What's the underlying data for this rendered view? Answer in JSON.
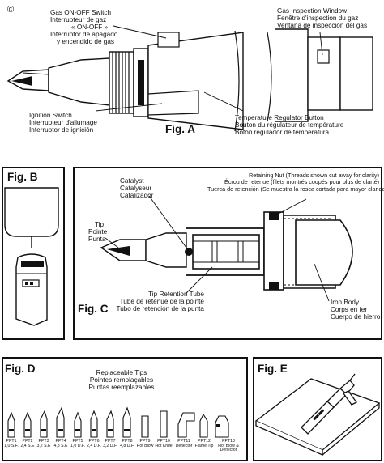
{
  "copyright": "©",
  "fig_a": {
    "label": "Fig. A",
    "gas_switch": [
      "Gas ON-OFF Switch",
      "Interrupteur de gaz",
      "« ON-OFF »",
      "Interruptor de apagado",
      "y encendido de gas"
    ],
    "inspection_window": [
      "Gas Inspection Window",
      "Fenêtre d'inspection du gaz",
      "Ventana de inspección del gas"
    ],
    "ignition_switch": [
      "Ignition Switch",
      "Interrupteur d'allumage",
      "Interruptor de ignición"
    ],
    "temp_button": [
      "Temperature Regulator Button",
      "Bouton du régulateur de température",
      "Botón regulador de temperatura"
    ]
  },
  "fig_b": {
    "label": "Fig. B"
  },
  "fig_c": {
    "label": "Fig. C",
    "retaining_nut": [
      "Retaining Nut (Threads shown cut away for clarity)",
      "Écrou de retenue (filets montrés coupés pour plus de clarté)",
      "Tuerca de retención (Se muestra la rosca cortada para mayor claridad)"
    ],
    "catalyst": [
      "Catalyst",
      "Catalyseur",
      "Catalizador"
    ],
    "tip": [
      "Tip",
      "Pointe",
      "Punta"
    ],
    "tip_tube": [
      "Tip Retention Tube",
      "Tube de retenue de la pointe",
      "Tubo de retención de la punta"
    ],
    "iron_body": [
      "Iron Body",
      "Corps en fer",
      "Cuerpo de hierro"
    ]
  },
  "fig_d": {
    "label": "Fig. D",
    "heading": [
      "Replaceable Tips",
      "Pointes remplaçables",
      "Puntas reemplazables"
    ],
    "tips": [
      {
        "code": "PPT1",
        "desc": "1,0 S.F."
      },
      {
        "code": "PPT2",
        "desc": "2,4 S.E"
      },
      {
        "code": "PPT3",
        "desc": "3,2 S.E"
      },
      {
        "code": "PPT4",
        "desc": "4,8 S.E"
      },
      {
        "code": "PPT5",
        "desc": "1,0 D.F."
      },
      {
        "code": "PPT6",
        "desc": "2,4 D.F."
      },
      {
        "code": "PPT7",
        "desc": "3,2 D.F."
      },
      {
        "code": "PPT8",
        "desc": "4,8 D.F."
      },
      {
        "code": "PPT9",
        "desc": "Hot Blow"
      },
      {
        "code": "PPT10",
        "desc": "Hot Knife"
      },
      {
        "code": "PPT11",
        "desc": "Deflector"
      },
      {
        "code": "PPT12",
        "desc": "Flame Tip"
      },
      {
        "code": "PPT13",
        "desc": "Hot Blow & Deflector"
      }
    ]
  },
  "fig_e": {
    "label": "Fig. E"
  }
}
